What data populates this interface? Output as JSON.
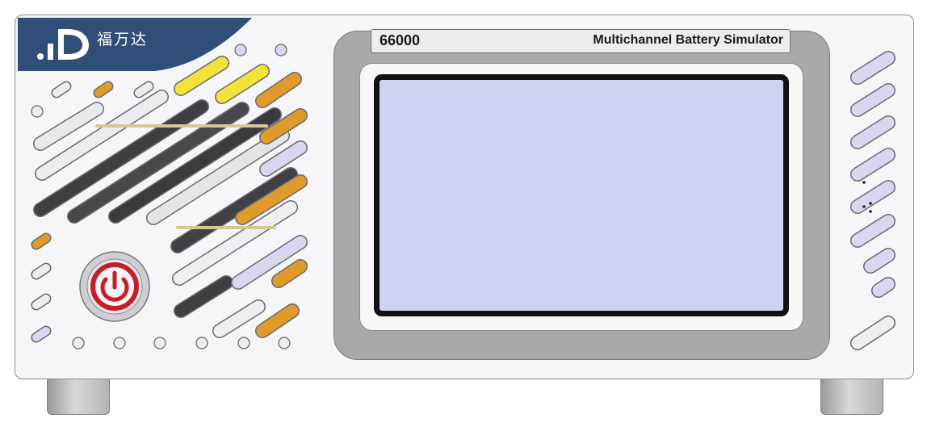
{
  "device": {
    "model": "66000",
    "product_name": "Multichannel Battery Simulator"
  },
  "brand": {
    "name_cn": "福万达",
    "tagline": "",
    "logo_color": "#2f4e78"
  },
  "colors": {
    "screen": "#d0d3f0",
    "bezel": "#a9a9ad",
    "power_ring": "#c61e26",
    "vent_accent_orange": "#e09a2a",
    "vent_accent_yellow": "#f2e33a",
    "vent_lavender": "#d6d8f0"
  },
  "icons": {
    "power": "power-icon"
  }
}
